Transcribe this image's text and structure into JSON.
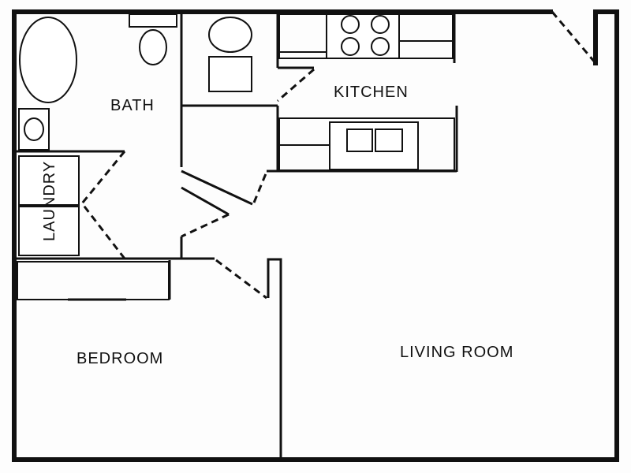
{
  "plan": {
    "rooms": {
      "bath": "BATH",
      "kitchen": "KITCHEN",
      "laundry": "LAUNDRY",
      "bedroom": "BEDROOM",
      "living_room": "LIVING ROOM"
    }
  }
}
